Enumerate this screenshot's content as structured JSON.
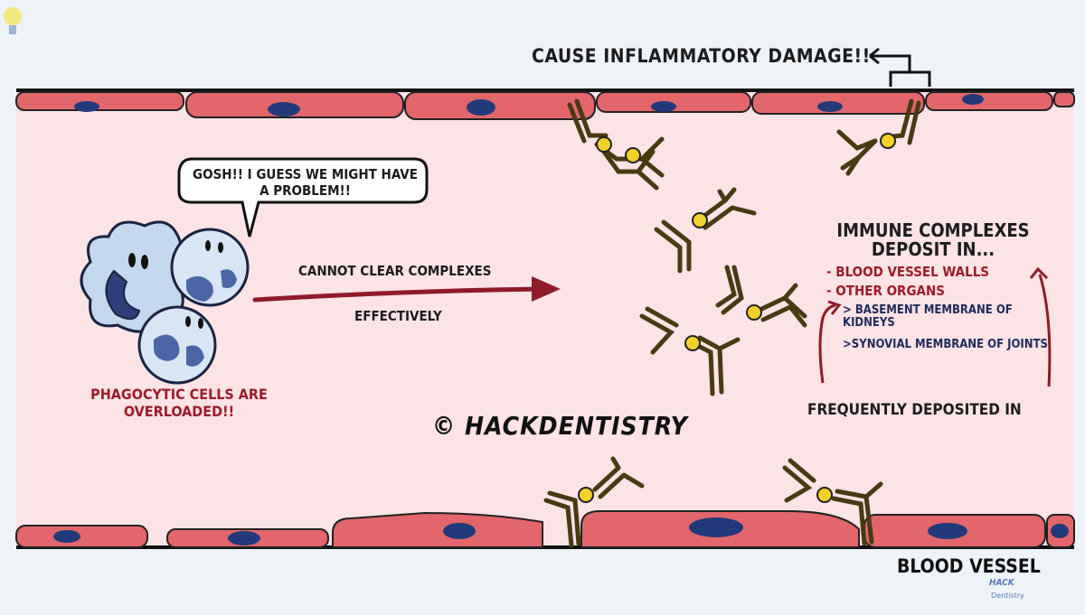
{
  "top_label": "CAUSE INFLAMMATORY DAMAGE!!",
  "speech_bubble": "GOSH!! I GUESS WE MIGHT HAVE A PROBLEM!!",
  "arrow_label_line1": "CANNOT CLEAR COMPLEXES",
  "arrow_label_line2": "EFFECTIVELY",
  "phagocytic_label": "PHAGOCYTIC CELLS ARE OVERLOADED!!",
  "watermark": "© HACKDENTISTRY",
  "immune_heading": "IMMUNE COMPLEXES DEPOSIT IN...",
  "deposit_sites": [
    "- BLOOD VESSEL WALLS",
    "- OTHER ORGANS"
  ],
  "organ_subitems": [
    "> BASEMENT MEMBRANE OF KIDNEYS",
    ">SYNOVIAL MEMBRANE OF JOINTS"
  ],
  "frequently_label": "FREQUENTLY DEPOSITED IN",
  "vessel_label": "BLOOD VESSEL",
  "logo": {
    "line1": "HACK",
    "line2": "Dentistry"
  },
  "colors": {
    "vessel_lumen": "#fbe3e6",
    "endothelium": "#e2666a",
    "nucleus": "#233a7a",
    "antibody": "#4a3a12",
    "antigen": "#f3cf2a",
    "accent_red": "#9b1c2b",
    "navy_text": "#1f2a5c",
    "phagocyte": "#c3d8ee"
  }
}
